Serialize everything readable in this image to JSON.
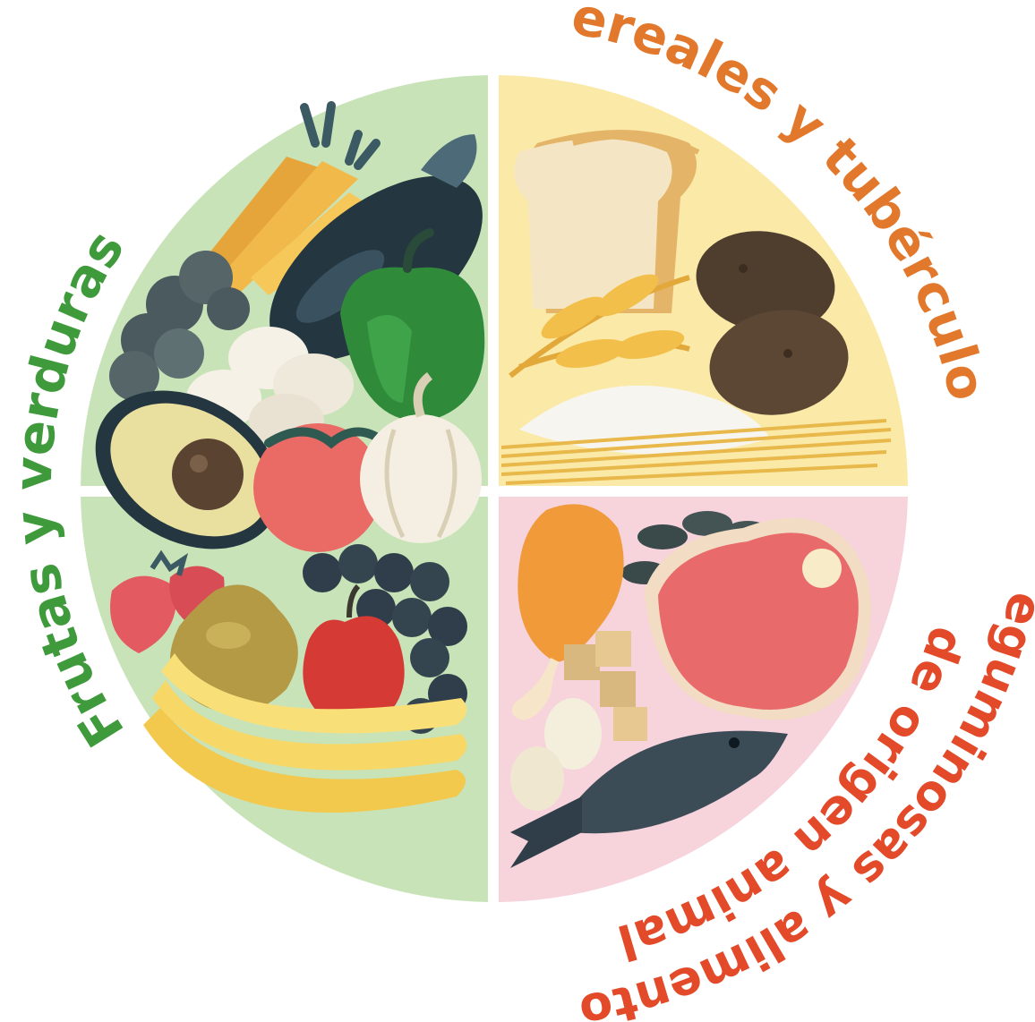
{
  "plate": {
    "sections": [
      {
        "id": "frutas",
        "label": "Frutas y verduras",
        "label_color": "#3f9a3c",
        "fill_color": "#c9e3b8"
      },
      {
        "id": "cereales",
        "label": "Cereales y tubérculos",
        "label_color": "#e2782b",
        "fill_color": "#fbe9a8"
      },
      {
        "id": "leguminosas",
        "label_line1": "Leguminosas y alimentos",
        "label_line2": "de origen animal",
        "label_color": "#e34a2a",
        "fill_color": "#f7d3dc"
      }
    ],
    "divider_color": "#ffffff"
  }
}
